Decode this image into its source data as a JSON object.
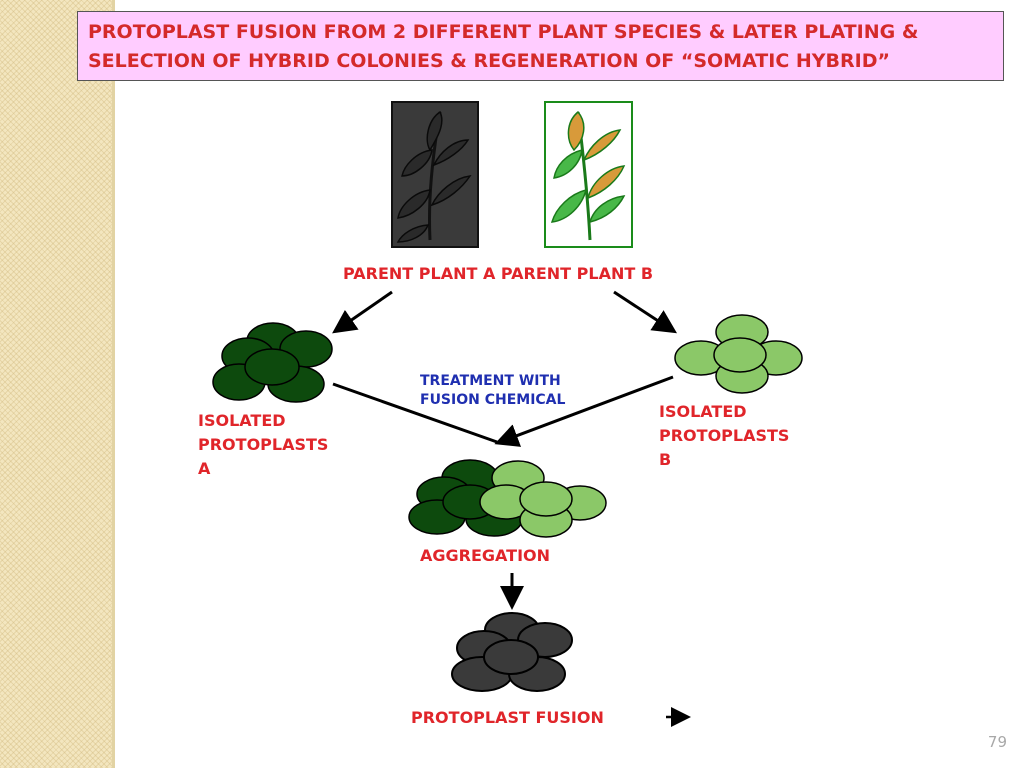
{
  "title": {
    "line1": "PROTOPLAST FUSION FROM 2 DIFFERENT PLANT SPECIES & LATER PLATING &",
    "line2": "SELECTION OF HYBRID COLONIES & REGENERATION OF “SOMATIC HYBRID”"
  },
  "labels": {
    "parent_plants": "PARENT PLANT A PARENT PLANT B",
    "isolated_a": [
      "ISOLATED",
      "PROTOPLASTS",
      "A"
    ],
    "isolated_b": [
      "ISOLATED",
      "PROTOPLASTS",
      "B"
    ],
    "treatment": [
      "TREATMENT WITH",
      "FUSION CHEMICAL"
    ],
    "aggregation": "AGGREGATION",
    "protoplast_fusion": "PROTOPLAST FUSION"
  },
  "page_number": "79",
  "colors": {
    "title_text": "#d42a2a",
    "title_bg": "#ffccff",
    "label_red": "#e0252a",
    "label_blue": "#1f2fb0",
    "protoplast_a": "#0d4a0d",
    "protoplast_b": "#8bc868",
    "fused": "#3a3a3a"
  }
}
